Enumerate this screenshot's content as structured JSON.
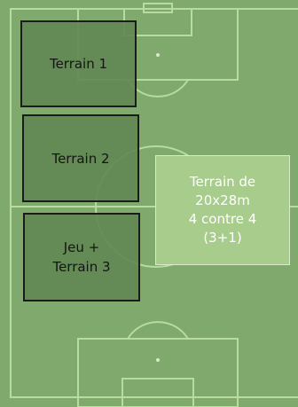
{
  "zones": {
    "terrain1": "Terrain 1",
    "terrain2": "Terrain 2",
    "terrain3": "Jeu +\nTerrain 3",
    "big": "Terrain de\n20x28m\n4 contre 4\n(3+1)"
  },
  "colors": {
    "pitch": "#7da66a",
    "lines": "#b8dca0",
    "zone_fill": "#628854",
    "zone_border": "#1b1b1b",
    "big_zone_fill": "#a8cc8c",
    "big_zone_text": "#ffffff"
  }
}
